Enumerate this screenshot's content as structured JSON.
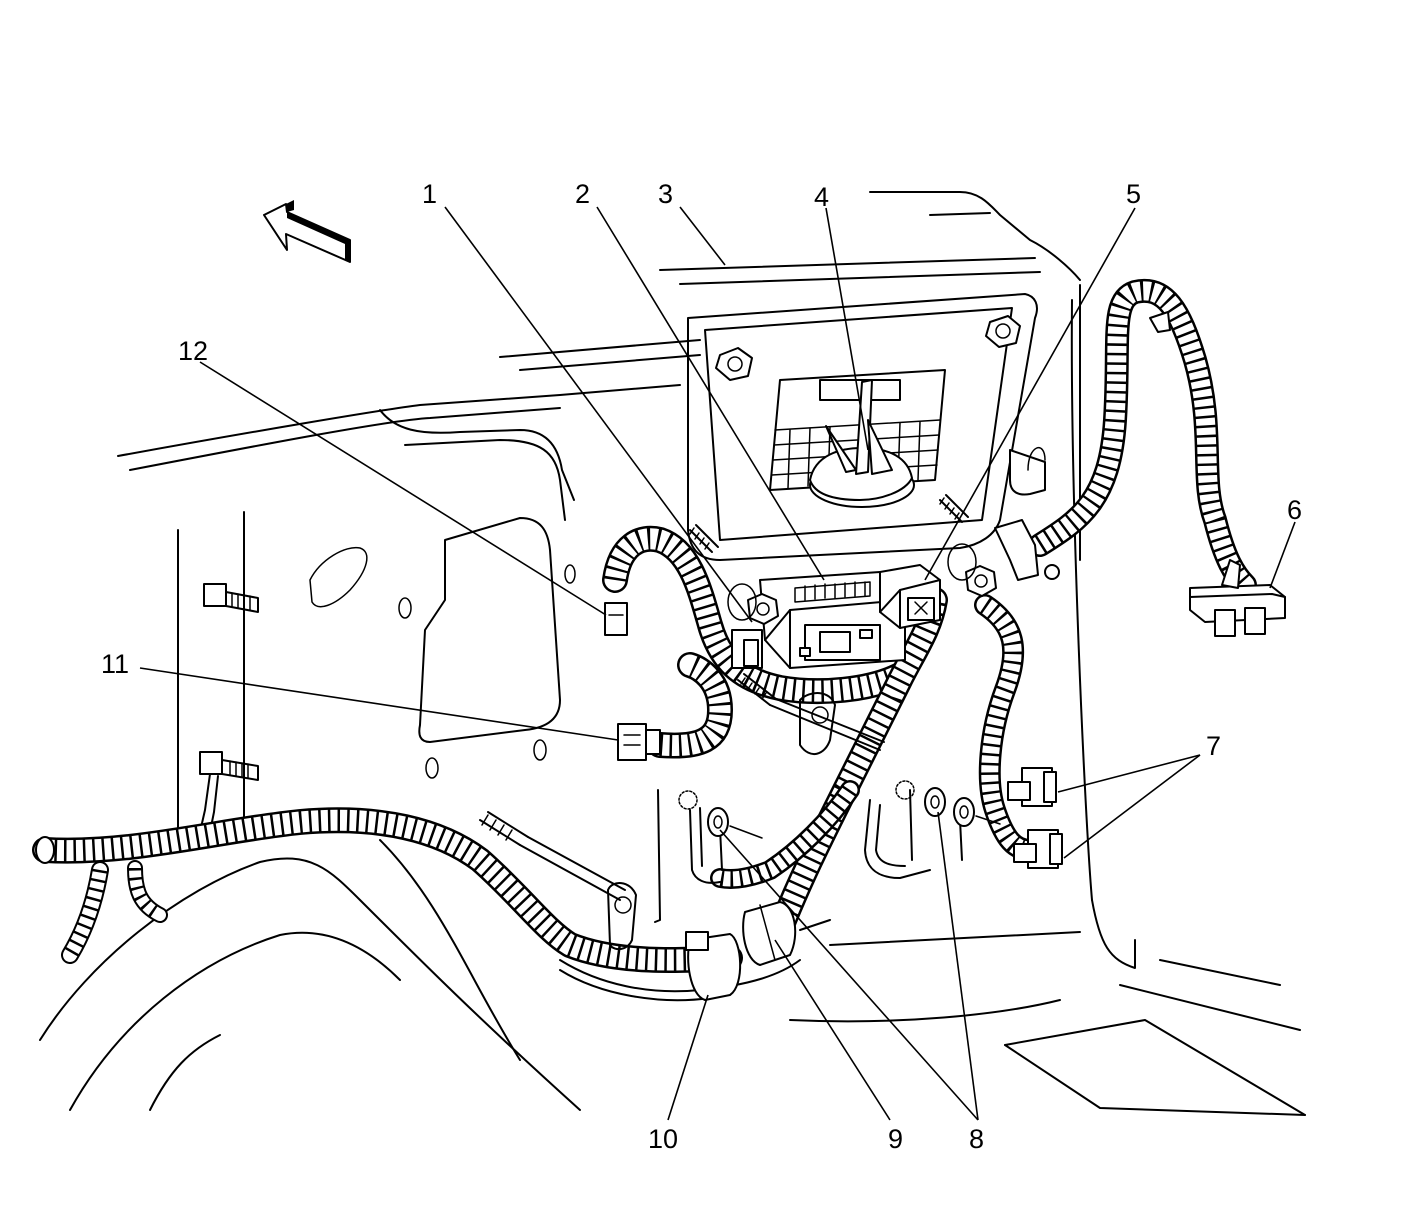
{
  "figure": {
    "direction_indicator": "arrow-icon",
    "callouts": [
      {
        "id": "callout-1",
        "label": "1"
      },
      {
        "id": "callout-2",
        "label": "2"
      },
      {
        "id": "callout-3",
        "label": "3"
      },
      {
        "id": "callout-4",
        "label": "4"
      },
      {
        "id": "callout-5",
        "label": "5"
      },
      {
        "id": "callout-6",
        "label": "6"
      },
      {
        "id": "callout-7",
        "label": "7"
      },
      {
        "id": "callout-8",
        "label": "8"
      },
      {
        "id": "callout-9",
        "label": "9"
      },
      {
        "id": "callout-10",
        "label": "10"
      },
      {
        "id": "callout-11",
        "label": "11"
      },
      {
        "id": "callout-12",
        "label": "12"
      }
    ]
  }
}
